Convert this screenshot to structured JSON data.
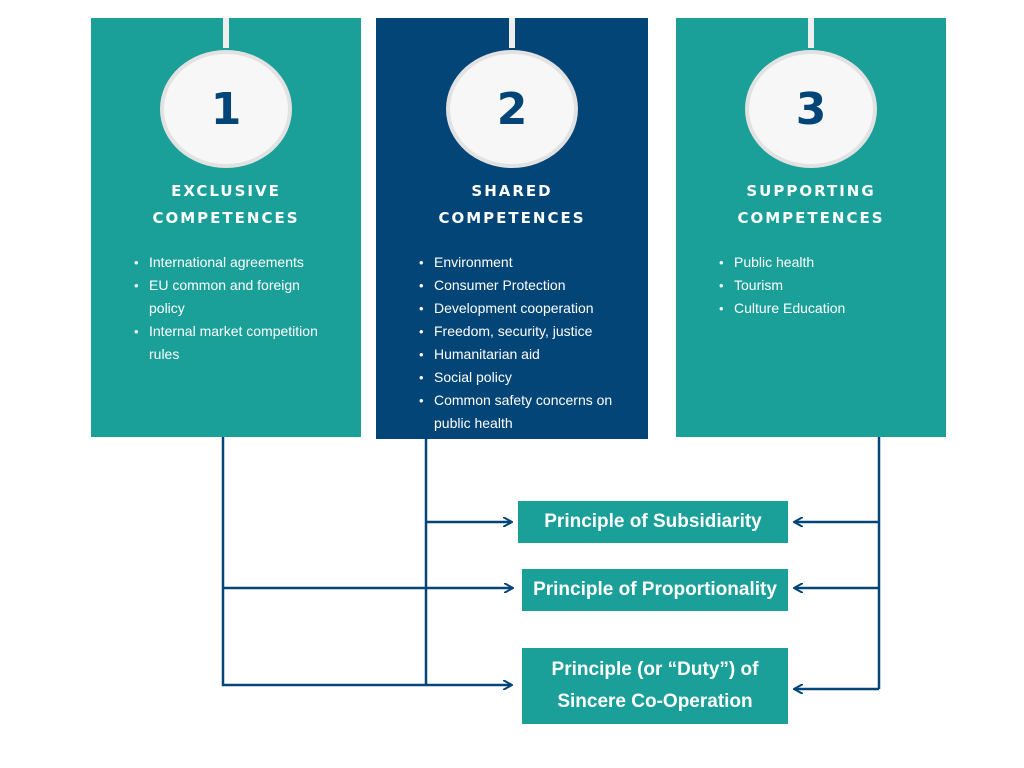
{
  "competences": [
    {
      "number": "1",
      "heading_line1": "Exclusive",
      "heading_line2": "Competences",
      "items": [
        "International agreements",
        "EU common and foreign policy",
        "Internal market competition rules"
      ]
    },
    {
      "number": "2",
      "heading_line1": "Shared",
      "heading_line2": "Competences",
      "items": [
        "Environment",
        "Consumer Protection",
        "Development cooperation",
        "Freedom, security, justice",
        "Humanitarian aid",
        "Social policy",
        "Common safety concerns on public health"
      ]
    },
    {
      "number": "3",
      "heading_line1": "Supporting",
      "heading_line2": "Competences",
      "items": [
        "Public health",
        "Tourism",
        "Culture Education"
      ]
    }
  ],
  "principles": [
    "Principle of Subsidiarity",
    "Principle of Proportionality",
    "Principle (or “Duty”) of\nSincere Co-Operation"
  ],
  "colors": {
    "teal": "#1a9f99",
    "navy": "#034577",
    "badge": "#f7f7f7",
    "connector": "#034577"
  }
}
